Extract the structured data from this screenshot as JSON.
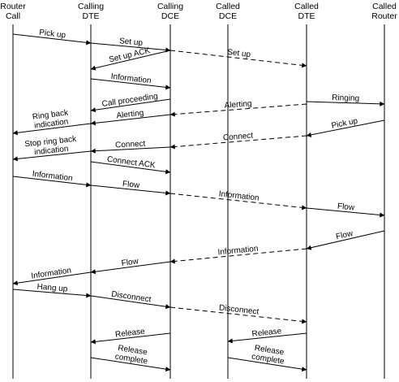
{
  "participants": [
    {
      "id": "router_call",
      "line1": "Router",
      "line2": "Call"
    },
    {
      "id": "calling_dte",
      "line1": "Calling",
      "line2": "DTE"
    },
    {
      "id": "calling_dce",
      "line1": "Calling",
      "line2": "DCE"
    },
    {
      "id": "called_dce",
      "line1": "Called",
      "line2": "DCE"
    },
    {
      "id": "called_dte",
      "line1": "Called",
      "line2": "DTE"
    },
    {
      "id": "called_router",
      "line1": "Called",
      "line2": "Router"
    }
  ],
  "messages": [
    {
      "name": "pick-up-1",
      "from": 0,
      "to": 1,
      "lines": [
        "Pick up"
      ]
    },
    {
      "name": "set-up-1",
      "from": 1,
      "to": 2,
      "lines": [
        "Set up"
      ]
    },
    {
      "name": "set-up-2",
      "from": 2,
      "to": 4,
      "lines": [
        "Set up"
      ],
      "dashed": true
    },
    {
      "name": "set-up-ack",
      "from": 2,
      "to": 1,
      "lines": [
        "Set up ACK"
      ]
    },
    {
      "name": "information-1",
      "from": 1,
      "to": 2,
      "lines": [
        "Information"
      ]
    },
    {
      "name": "call-proceeding",
      "from": 2,
      "to": 1,
      "lines": [
        "Call proceeding"
      ]
    },
    {
      "name": "ringing",
      "from": 4,
      "to": 5,
      "lines": [
        "Ringing"
      ]
    },
    {
      "name": "alerting-1",
      "from": 4,
      "to": 2,
      "lines": [
        "Alerting"
      ],
      "dashed": true
    },
    {
      "name": "alerting-2",
      "from": 2,
      "to": 1,
      "lines": [
        "Alerting"
      ]
    },
    {
      "name": "ring-back-indication",
      "from": 1,
      "to": 0,
      "lines": [
        "Ring back",
        "indication"
      ]
    },
    {
      "name": "pick-up-2",
      "from": 5,
      "to": 4,
      "lines": [
        "Pick up"
      ]
    },
    {
      "name": "connect-1",
      "from": 4,
      "to": 2,
      "lines": [
        "Connect"
      ],
      "dashed": true
    },
    {
      "name": "connect-2",
      "from": 2,
      "to": 1,
      "lines": [
        "Connect"
      ]
    },
    {
      "name": "stop-ring-back-indication",
      "from": 1,
      "to": 0,
      "lines": [
        "Stop ring back",
        "indication"
      ]
    },
    {
      "name": "connect-ack",
      "from": 1,
      "to": 2,
      "lines": [
        "Connect ACK"
      ]
    },
    {
      "name": "information-2",
      "from": 0,
      "to": 1,
      "lines": [
        "Information"
      ]
    },
    {
      "name": "flow-1",
      "from": 1,
      "to": 2,
      "lines": [
        "Flow"
      ]
    },
    {
      "name": "information-3",
      "from": 2,
      "to": 4,
      "lines": [
        "Information"
      ],
      "dashed": true
    },
    {
      "name": "flow-2",
      "from": 4,
      "to": 5,
      "lines": [
        "Flow"
      ]
    },
    {
      "name": "flow-3",
      "from": 5,
      "to": 4,
      "lines": [
        "Flow"
      ]
    },
    {
      "name": "information-4",
      "from": 4,
      "to": 2,
      "lines": [
        "Information"
      ],
      "dashed": true
    },
    {
      "name": "flow-4",
      "from": 2,
      "to": 1,
      "lines": [
        "Flow"
      ]
    },
    {
      "name": "information-5",
      "from": 1,
      "to": 0,
      "lines": [
        "Information"
      ]
    },
    {
      "name": "hang-up",
      "from": 0,
      "to": 1,
      "lines": [
        "Hang up"
      ]
    },
    {
      "name": "disconnect-1",
      "from": 1,
      "to": 2,
      "lines": [
        "Disconnect"
      ]
    },
    {
      "name": "disconnect-2",
      "from": 2,
      "to": 4,
      "lines": [
        "Disconnect"
      ],
      "dashed": true
    },
    {
      "name": "release-1",
      "from": 2,
      "to": 1,
      "lines": [
        "Release"
      ]
    },
    {
      "name": "release-2",
      "from": 4,
      "to": 3,
      "lines": [
        "Release"
      ]
    },
    {
      "name": "release-complete-1",
      "from": 1,
      "to": 2,
      "lines": [
        "Release",
        "complete"
      ]
    },
    {
      "name": "release-complete-2",
      "from": 3,
      "to": 4,
      "lines": [
        "Release",
        "complete"
      ]
    }
  ]
}
